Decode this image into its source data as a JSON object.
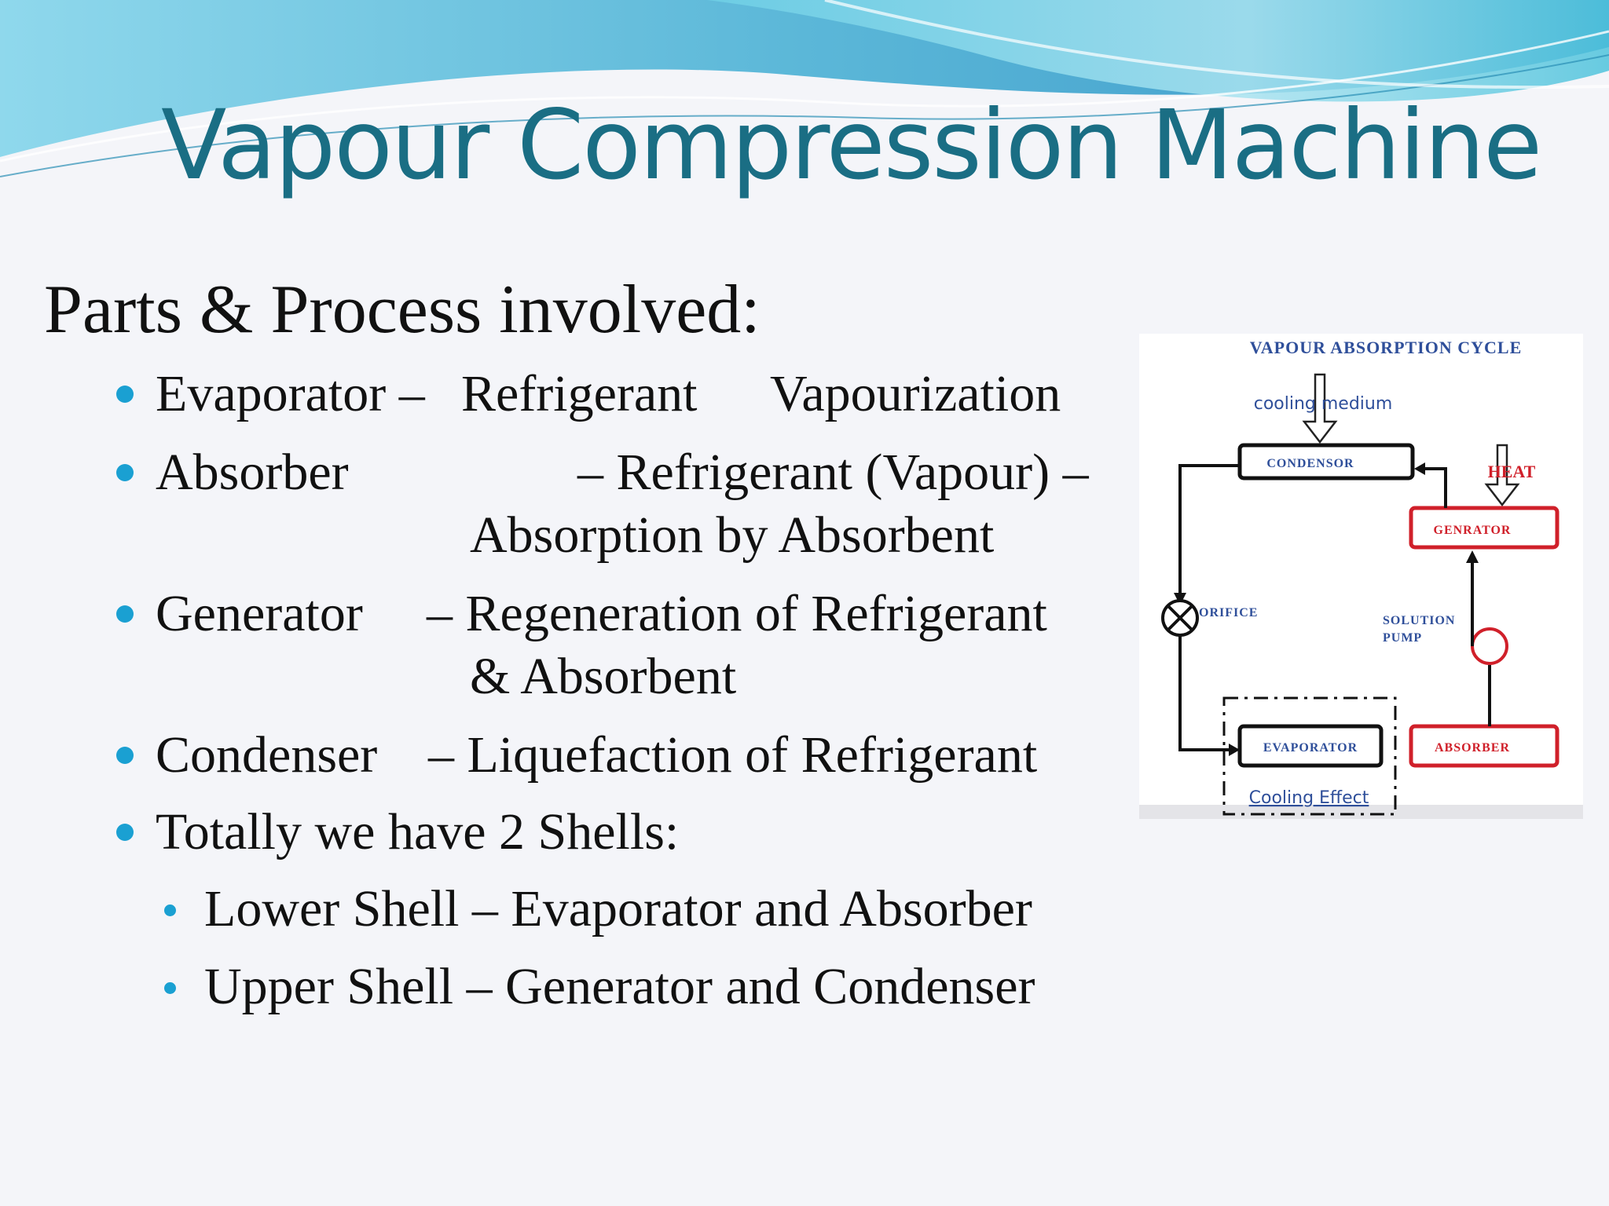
{
  "slide": {
    "title": "Vapour Compression Machine",
    "heading": "Parts & Process involved:",
    "bullets": [
      {
        "name": "Evaporator –",
        "process": "Refrigerant",
        "process_extra": "Vapourization"
      },
      {
        "name": "Absorber",
        "process_line1": "– Refrigerant (Vapour) –",
        "process_line2": "Absorption by Absorbent"
      },
      {
        "name": "Generator",
        "process_line1": "– Regeneration of Refrigerant",
        "process_line2": "& Absorbent"
      },
      {
        "name": "Condenser",
        "process_line1": "– Liquefaction of Refrigerant"
      },
      {
        "name": "Totally we have 2 Shells:"
      }
    ],
    "sub_bullets": [
      "Lower Shell – Evaporator and Absorber",
      "Upper Shell – Generator and Condenser"
    ]
  },
  "diagram": {
    "title": "VAPOUR ABSORPTION CYCLE",
    "cooling_medium": "cooling medium",
    "condensor": "CONDENSOR",
    "heat": "HEAT",
    "generator": "GENRATOR",
    "orifice": "ORIFICE",
    "solution_pump_1": "SOLUTION",
    "solution_pump_2": "PUMP",
    "evaporator": "EVAPORATOR",
    "absorber": "ABSORBER",
    "cooling_effect": "Cooling Effect"
  },
  "colors": {
    "title": "#1a6e84",
    "bullet": "#1aa0d2",
    "diagram_blue": "#2f4f9a",
    "diagram_red": "#d0202a"
  }
}
